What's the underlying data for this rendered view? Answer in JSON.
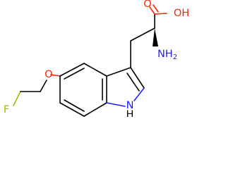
{
  "molecule": {
    "atoms": {
      "fluorine": "F",
      "ether_oxygen": "O",
      "hydroxyl": "OH",
      "carbonyl_oxygen": "O",
      "amino": "NH",
      "amino_subscript": "2",
      "indole_n": "N",
      "indole_h": "H"
    },
    "colors": {
      "oxygen": "#ff2200",
      "fluorine": "#94c200",
      "nitrogen": "#2020ff",
      "carbon": "#000000"
    }
  }
}
